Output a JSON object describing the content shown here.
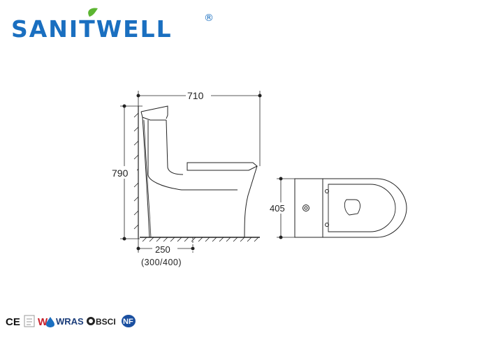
{
  "brand": {
    "name": "SANITWELL",
    "registered_mark": "®",
    "color": "#1a6fc0",
    "leaf_color": "#5cb531"
  },
  "dimensions": {
    "width": "710",
    "height": "790",
    "rough_in": "250",
    "rough_in_alt": "(300/400)",
    "tank_depth": "405"
  },
  "certifications": {
    "ce": "CE",
    "watermark": "W",
    "wras": "WRAS",
    "bsci": "BSCI",
    "nf": "NF"
  }
}
